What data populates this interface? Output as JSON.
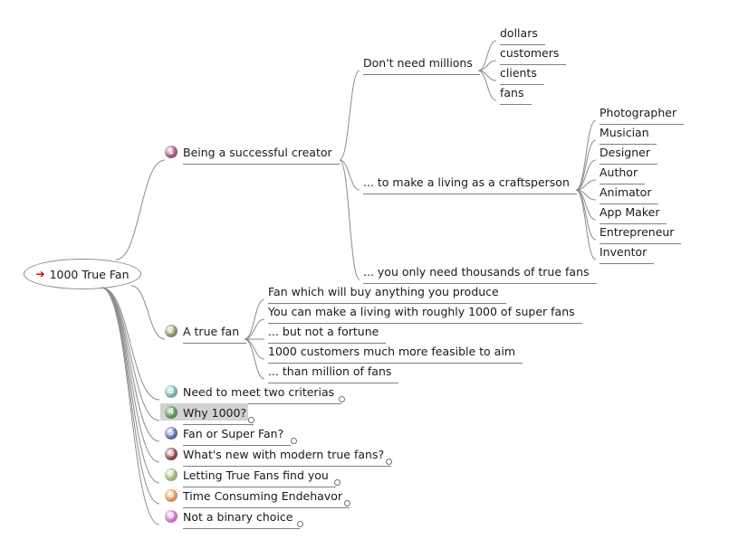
{
  "root": {
    "label": "1000 True Fan",
    "arrow": "➔"
  },
  "branches": {
    "b1": {
      "num": "1",
      "label": "Being a successful creator",
      "color": "#9b4e7e"
    },
    "b2": {
      "num": "2",
      "label": "A true fan",
      "color": "#8a8a62"
    },
    "b3": {
      "num": "3",
      "label": "Need to meet two criterias",
      "color": "#6fa8a8"
    },
    "b4": {
      "num": "4",
      "label": "Why 1000?",
      "color": "#4f8f4f",
      "selected": true
    },
    "b5": {
      "num": "5",
      "label": "Fan or Super Fan?",
      "color": "#5a66a8"
    },
    "b6": {
      "num": "6",
      "label": "What's new with modern true fans?",
      "color": "#8a4040"
    },
    "b7": {
      "num": "7",
      "label": "Letting True Fans find you",
      "color": "#9ab070"
    },
    "b8": {
      "num": "8",
      "label": "Time Consuming Endehavor",
      "color": "#e0894a"
    },
    "b9": {
      "num": "9",
      "label": "Not a binary choice",
      "color": "#c46ac8"
    }
  },
  "b1_children": {
    "millions": {
      "label": "Don't need millions",
      "items": [
        "dollars",
        "customers",
        "clients",
        "fans"
      ]
    },
    "craftsperson": {
      "label": "... to make a living as a craftsperson",
      "items": [
        "Photographer",
        "Musician",
        "Designer",
        "Author",
        "Animator",
        "App Maker",
        "Entrepreneur",
        "Inventor"
      ]
    },
    "thousands": {
      "label": "... you only need thousands of true fans"
    }
  },
  "b2_children": [
    "Fan which will buy anything you produce",
    "You can make a living with roughly 1000 of super fans",
    "... but not a fortune",
    "1000 customers much more feasible to aim",
    "... than million of fans"
  ]
}
